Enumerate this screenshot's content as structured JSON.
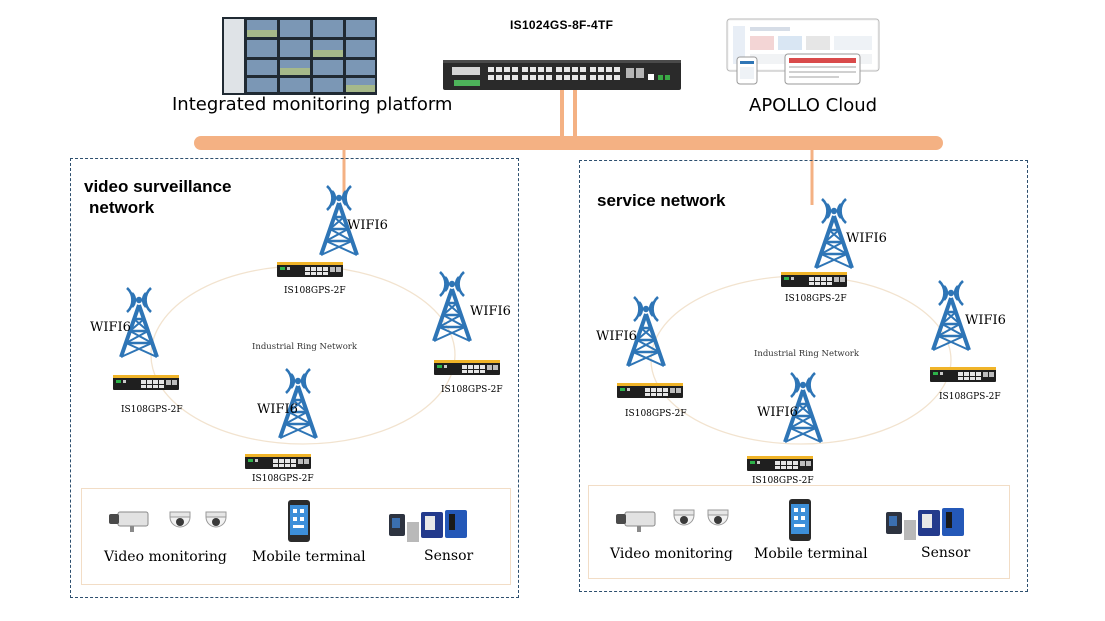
{
  "header": {
    "platform_label": "Integrated monitoring platform",
    "switch_label": "IS1024GS-8F-4TF",
    "cloud_label": "APOLLO Cloud"
  },
  "panels": [
    {
      "title_line1": "video surveillance",
      "title_line2": "network",
      "ring_label": "Industrial Ring Network",
      "wifi": [
        "WIFI6",
        "WIFI6",
        "WIFI6",
        "WIFI6"
      ],
      "nodes": [
        "IS108GPS-2F",
        "IS108GPS-2F",
        "IS108GPS-2F",
        "IS108GPS-2F"
      ],
      "devices": {
        "video": "Video monitoring",
        "mobile": "Mobile terminal",
        "sensor": "Sensor"
      }
    },
    {
      "title_line1": "service network",
      "ring_label": "Industrial Ring Network",
      "wifi": [
        "WIFI6",
        "WIFI6",
        "WIFI6",
        "WIFI6"
      ],
      "nodes": [
        "IS108GPS-2F",
        "IS108GPS-2F",
        "IS108GPS-2F",
        "IS108GPS-2F"
      ],
      "devices": {
        "video": "Video monitoring",
        "mobile": "Mobile terminal",
        "sensor": "Sensor"
      }
    }
  ],
  "colors": {
    "backbone": "#f4b183",
    "tower": "#2e75b6",
    "switch_body": "#1f1f1f",
    "switch_top": "#f0b429",
    "panel_border": "#2d4f6e",
    "device_border": "#f2ddc6",
    "ring": "#f2e3cf"
  },
  "icons": [
    "monitor-wall-image",
    "rack-switch-image",
    "dashboard-devices-image",
    "wifi-tower-icon",
    "industrial-switch-icon",
    "bullet-camera-icon",
    "dome-camera-icon",
    "phone-icon",
    "sensor-icon"
  ]
}
